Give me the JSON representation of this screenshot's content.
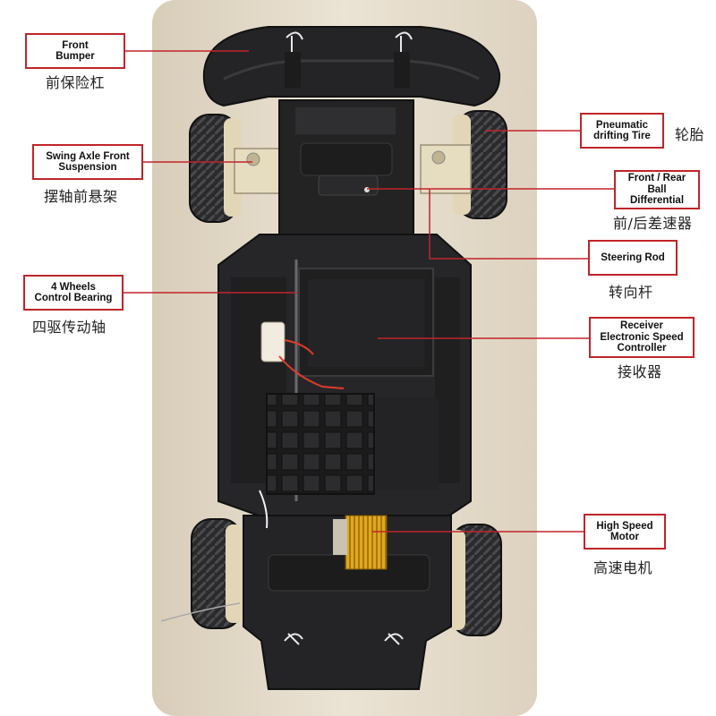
{
  "colors": {
    "accent": "#c0252a",
    "background_panel": "#e6dccb",
    "chassis": "#232324",
    "tire": "#2c2c2e",
    "rim": "#e3d6b6",
    "motor_gear": "#d9a21a"
  },
  "labels": {
    "front_bumper": {
      "en": [
        "Front",
        "Bumper"
      ],
      "cn": "前保险杠"
    },
    "pneumatic_tire": {
      "en": [
        "Pneumatic",
        "drifting Tire"
      ],
      "cn": "轮胎"
    },
    "swing_axle": {
      "en": [
        "Swing Axle Front",
        "Suspension"
      ],
      "cn": "摆轴前悬架"
    },
    "differential": {
      "en": [
        "Front / Rear",
        "Ball",
        "Differential"
      ],
      "cn": "前/后差速器"
    },
    "steering_rod": {
      "en": [
        "Steering Rod"
      ],
      "cn": "转向杆"
    },
    "four_wheels": {
      "en": [
        "4 Wheels",
        "Control Bearing"
      ],
      "cn": "四驱传动轴"
    },
    "receiver": {
      "en": [
        "Receiver",
        "Electronic Speed",
        "Controller"
      ],
      "cn": "接收器"
    },
    "motor": {
      "en": [
        "High Speed",
        "Motor"
      ],
      "cn": "高速电机"
    }
  }
}
